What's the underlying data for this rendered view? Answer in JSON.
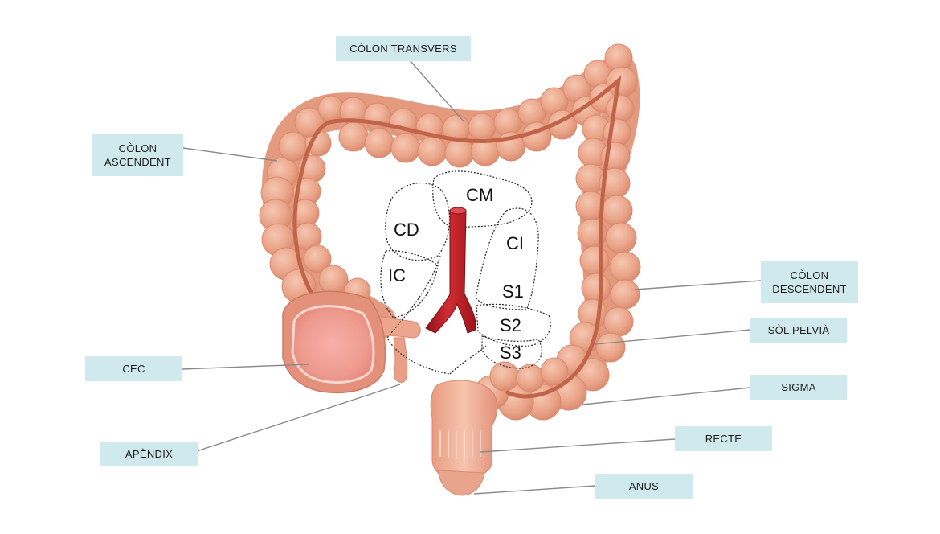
{
  "labels": {
    "colon_transvers": "CÒLON TRANSVERS",
    "colon_ascendent_1": "CÒLON",
    "colon_ascendent_2": "ASCENDENT",
    "colon_descendent_1": "CÒLON",
    "colon_descendent_2": "DESCENDENT",
    "sol_pelvia": "SÒL PELVIÀ",
    "cec": "CEC",
    "apendix": "APÈNDIX",
    "sigma": "SIGMA",
    "recte": "RECTE",
    "anus": "ANUS"
  },
  "regions": {
    "cm": "CM",
    "cd": "CD",
    "ci": "CI",
    "ic": "IC",
    "s1": "S1",
    "s2": "S2",
    "s3": "S3"
  },
  "colors": {
    "label_bg": "#cfe9ec",
    "colon_fill": "#eaa68b",
    "colon_band": "#c2644a",
    "aorta": "#c8232c",
    "leader_line": "#8a8a8a"
  },
  "icons": [
    "large-intestine-illustration",
    "aorta-illustration"
  ]
}
